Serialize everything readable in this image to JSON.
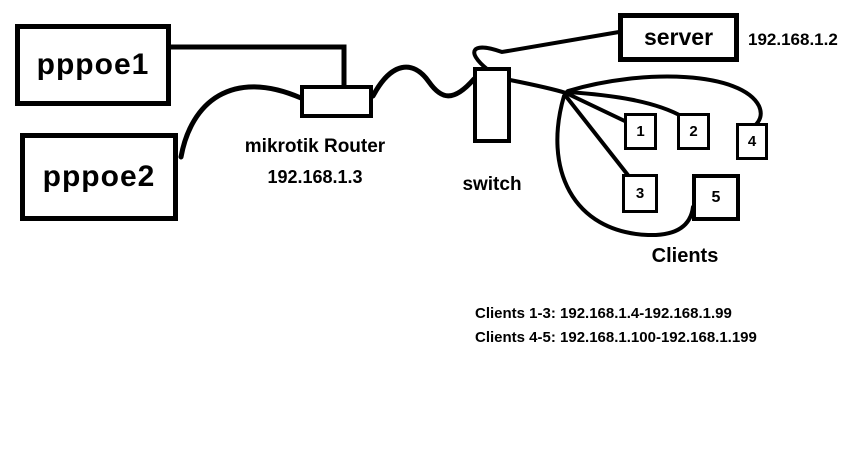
{
  "colors": {
    "line": "#000000",
    "background": "#ffffff",
    "text": "#000000"
  },
  "nodes": {
    "pppoe1": {
      "label": "pppoe1"
    },
    "pppoe2": {
      "label": "pppoe2"
    },
    "router": {
      "label": "mikrotik Router",
      "ip": "192.168.1.3"
    },
    "switch": {
      "label": "switch"
    },
    "server": {
      "label": "server",
      "ip": "192.168.1.2"
    },
    "clients": {
      "label": "Clients",
      "boxes": [
        "1",
        "2",
        "3",
        "4",
        "5"
      ]
    }
  },
  "notes": [
    "Clients 1-3: 192.168.1.4-192.168.1.99",
    "Clients 4-5: 192.168.1.100-192.168.1.199"
  ]
}
